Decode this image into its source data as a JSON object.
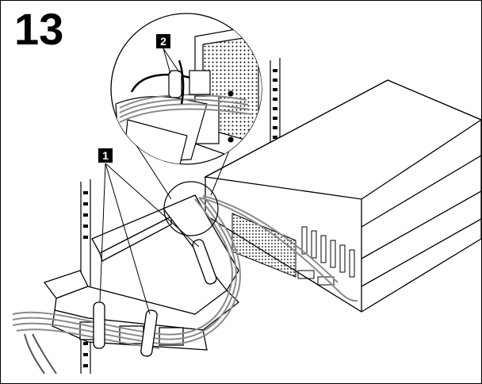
{
  "step": {
    "number": "13"
  },
  "callouts": [
    {
      "label": "1"
    },
    {
      "label": "2"
    }
  ],
  "colors": {
    "line": "#000000",
    "background": "#ffffff",
    "cable_gray": "#8a8a8a"
  }
}
